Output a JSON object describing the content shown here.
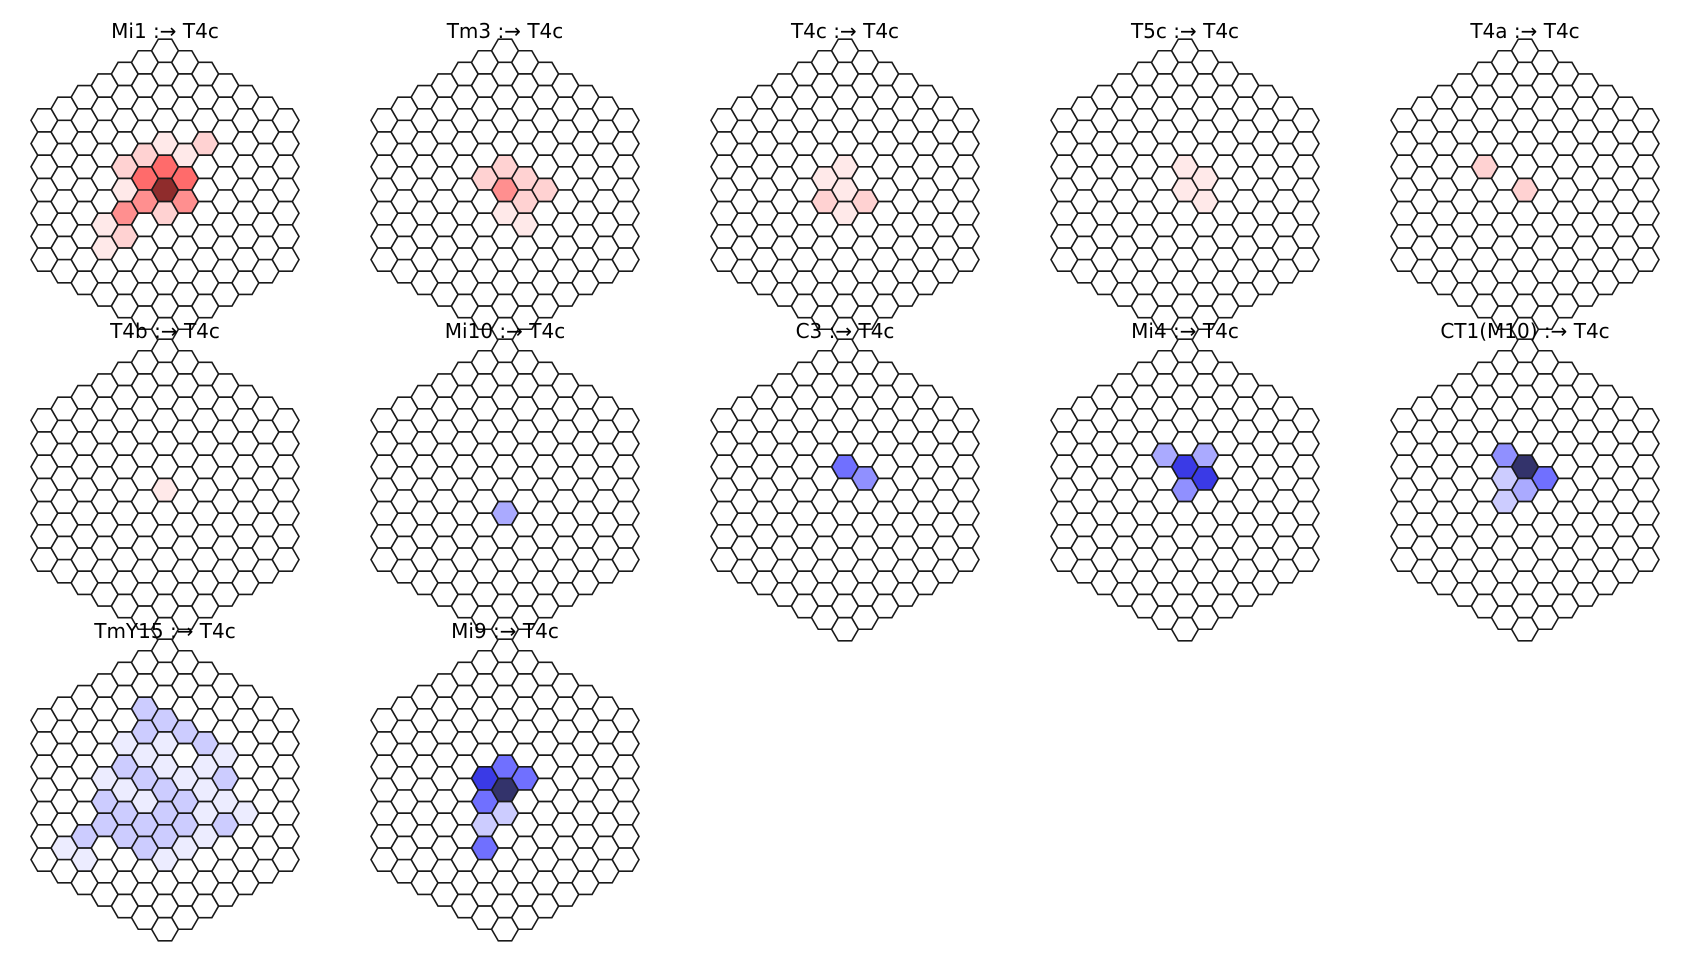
{
  "colors": {
    "background": "#ffffff",
    "hex_stroke": "#1a1a1a",
    "hex_empty": "#ffffff",
    "excitatory_scale": [
      "#ffe9e9",
      "#ffd2d2",
      "#ff8f8f",
      "#ff6b6b",
      "#8f2c2c"
    ],
    "inhibitory_scale": [
      "#ececff",
      "#ccccff",
      "#aaaaff",
      "#9090ff",
      "#7070ff",
      "#3a3ae6",
      "#33336b"
    ]
  },
  "panels": [
    {
      "title": "Mi1 :→ T4c",
      "sign": "excitatory",
      "cells": [
        {
          "q": 0,
          "r": 0,
          "level": 5
        },
        {
          "q": -1,
          "r": 0,
          "level": 4
        },
        {
          "q": 0,
          "r": -1,
          "level": 4
        },
        {
          "q": 1,
          "r": -1,
          "level": 4
        },
        {
          "q": -1,
          "r": 1,
          "level": 3
        },
        {
          "q": 1,
          "r": 0,
          "level": 3
        },
        {
          "q": -2,
          "r": 2,
          "level": 3
        },
        {
          "q": 0,
          "r": 1,
          "level": 2
        },
        {
          "q": -2,
          "r": 3,
          "level": 2
        },
        {
          "q": -2,
          "r": 0,
          "level": 2
        },
        {
          "q": -1,
          "r": -1,
          "level": 2
        },
        {
          "q": 0,
          "r": -2,
          "level": 1
        },
        {
          "q": 1,
          "r": -2,
          "level": 1
        },
        {
          "q": 2,
          "r": -3,
          "level": 2
        },
        {
          "q": -2,
          "r": 1,
          "level": 1
        },
        {
          "q": -3,
          "r": 3,
          "level": 1
        },
        {
          "q": -3,
          "r": 4,
          "level": 1
        }
      ]
    },
    {
      "title": "Tm3 :→ T4c",
      "sign": "excitatory",
      "cells": [
        {
          "q": 0,
          "r": 0,
          "level": 3
        },
        {
          "q": 0,
          "r": -1,
          "level": 2
        },
        {
          "q": 1,
          "r": -1,
          "level": 2
        },
        {
          "q": 1,
          "r": 0,
          "level": 2
        },
        {
          "q": -1,
          "r": 0,
          "level": 2
        },
        {
          "q": 2,
          "r": -1,
          "level": 2
        },
        {
          "q": 0,
          "r": 1,
          "level": 1
        },
        {
          "q": 1,
          "r": 1,
          "level": 1
        }
      ]
    },
    {
      "title": "T4c :→ T4c",
      "sign": "excitatory",
      "cells": [
        {
          "q": 0,
          "r": 0,
          "level": 1
        },
        {
          "q": 0,
          "r": -1,
          "level": 1
        },
        {
          "q": -1,
          "r": 0,
          "level": 1
        },
        {
          "q": -1,
          "r": 1,
          "level": 2
        },
        {
          "q": 0,
          "r": 1,
          "level": 1
        },
        {
          "q": 1,
          "r": 0,
          "level": 2
        }
      ]
    },
    {
      "title": "T5c :→ T4c",
      "sign": "excitatory",
      "cells": [
        {
          "q": 0,
          "r": -1,
          "level": 1
        },
        {
          "q": 1,
          "r": -1,
          "level": 1
        },
        {
          "q": 0,
          "r": 0,
          "level": 1
        },
        {
          "q": 1,
          "r": 0,
          "level": 1
        }
      ]
    },
    {
      "title": "T4a :→ T4c",
      "sign": "excitatory",
      "cells": [
        {
          "q": -2,
          "r": 0,
          "level": 2
        },
        {
          "q": 0,
          "r": 0,
          "level": 2
        }
      ]
    },
    {
      "title": "T4b :→ T4c",
      "sign": "excitatory",
      "cells": [
        {
          "q": 0,
          "r": 0,
          "level": 1
        }
      ]
    },
    {
      "title": "Mi10 :→ T4c",
      "sign": "inhibitory",
      "cells": [
        {
          "q": 0,
          "r": 1,
          "level": 3
        }
      ]
    },
    {
      "title": "C3 :→ T4c",
      "sign": "inhibitory",
      "cells": [
        {
          "q": 0,
          "r": -1,
          "level": 5
        },
        {
          "q": 1,
          "r": -1,
          "level": 4
        }
      ]
    },
    {
      "title": "Mi4 :→ T4c",
      "sign": "inhibitory",
      "cells": [
        {
          "q": -1,
          "r": -1,
          "level": 3
        },
        {
          "q": 0,
          "r": -1,
          "level": 6
        },
        {
          "q": 1,
          "r": -2,
          "level": 3
        },
        {
          "q": 1,
          "r": -1,
          "level": 6
        },
        {
          "q": 0,
          "r": 0,
          "level": 4
        }
      ]
    },
    {
      "title": "CT1(M10) :→ T4c",
      "sign": "inhibitory",
      "cells": [
        {
          "q": -1,
          "r": -1,
          "level": 4
        },
        {
          "q": 0,
          "r": -1,
          "level": 7
        },
        {
          "q": -1,
          "r": 0,
          "level": 2
        },
        {
          "q": 1,
          "r": -1,
          "level": 5
        },
        {
          "q": 0,
          "r": 0,
          "level": 3
        },
        {
          "q": -1,
          "r": 1,
          "level": 2
        }
      ]
    },
    {
      "title": "TmY15 :→ T4c",
      "sign": "inhibitory",
      "cells": [
        {
          "q": -1,
          "r": -3,
          "level": 2
        },
        {
          "q": 0,
          "r": -3,
          "level": 2
        },
        {
          "q": -1,
          "r": -2,
          "level": 2
        },
        {
          "q": 0,
          "r": -2,
          "level": 1
        },
        {
          "q": 1,
          "r": -3,
          "level": 2
        },
        {
          "q": 2,
          "r": -3,
          "level": 2
        },
        {
          "q": -2,
          "r": -1,
          "level": 1
        },
        {
          "q": -1,
          "r": -1,
          "level": 1
        },
        {
          "q": 0,
          "r": -1,
          "level": 1
        },
        {
          "q": 1,
          "r": -1,
          "level": 1
        },
        {
          "q": 2,
          "r": -2,
          "level": 1
        },
        {
          "q": 3,
          "r": -3,
          "level": 1
        },
        {
          "q": -2,
          "r": 0,
          "level": 2
        },
        {
          "q": -1,
          "r": 0,
          "level": 2
        },
        {
          "q": 0,
          "r": 0,
          "level": 2
        },
        {
          "q": 1,
          "r": 0,
          "level": 2
        },
        {
          "q": 2,
          "r": -1,
          "level": 1
        },
        {
          "q": 3,
          "r": -2,
          "level": 2
        },
        {
          "q": -3,
          "r": 1,
          "level": 1
        },
        {
          "q": -2,
          "r": 1,
          "level": 1
        },
        {
          "q": -1,
          "r": 1,
          "level": 1
        },
        {
          "q": 0,
          "r": 1,
          "level": 2
        },
        {
          "q": 1,
          "r": 1,
          "level": 2
        },
        {
          "q": 2,
          "r": 0,
          "level": 1
        },
        {
          "q": 3,
          "r": -1,
          "level": 1
        },
        {
          "q": 4,
          "r": -1,
          "level": 1
        },
        {
          "q": -3,
          "r": 2,
          "level": 2
        },
        {
          "q": -2,
          "r": 2,
          "level": 2
        },
        {
          "q": -1,
          "r": 2,
          "level": 2
        },
        {
          "q": 0,
          "r": 2,
          "level": 2
        },
        {
          "q": 1,
          "r": 2,
          "level": 1
        },
        {
          "q": 2,
          "r": 1,
          "level": 1
        },
        {
          "q": 3,
          "r": 0,
          "level": 2
        },
        {
          "q": -4,
          "r": 4,
          "level": 2
        },
        {
          "q": -3,
          "r": 3,
          "level": 2
        },
        {
          "q": -2,
          "r": 3,
          "level": 2
        },
        {
          "q": -1,
          "r": 3,
          "level": 2
        },
        {
          "q": 0,
          "r": 3,
          "level": 1
        },
        {
          "q": -5,
          "r": 5,
          "level": 1
        },
        {
          "q": -4,
          "r": 5,
          "level": 1
        }
      ]
    },
    {
      "title": "Mi9 :→ T4c",
      "sign": "inhibitory",
      "cells": [
        {
          "q": 0,
          "r": -1,
          "level": 5
        },
        {
          "q": -1,
          "r": 0,
          "level": 6
        },
        {
          "q": 0,
          "r": 0,
          "level": 7
        },
        {
          "q": 1,
          "r": -1,
          "level": 5
        },
        {
          "q": -1,
          "r": 1,
          "level": 5
        },
        {
          "q": 0,
          "r": 1,
          "level": 2
        },
        {
          "q": -1,
          "r": 2,
          "level": 2
        },
        {
          "q": -1,
          "r": 3,
          "level": 5
        }
      ]
    }
  ]
}
